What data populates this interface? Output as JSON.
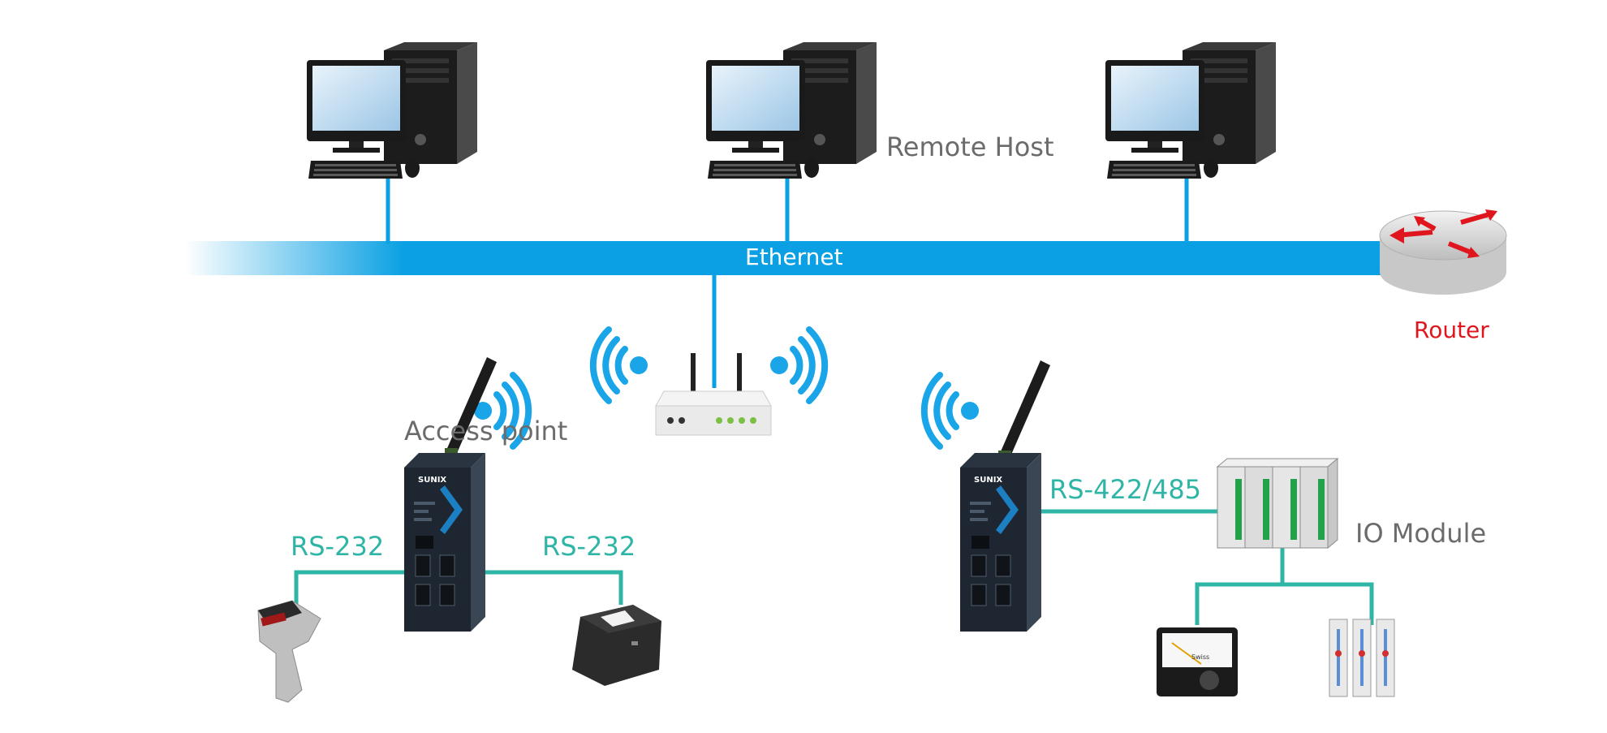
{
  "labels": {
    "remote_host": "Remote Host",
    "ethernet": "Ethernet",
    "router": "Router",
    "access_point": "Access point",
    "rs232_left": "RS-232",
    "rs232_right": "RS-232",
    "rs422_485": "RS-422/485",
    "io_module": "IO Module",
    "device_brand_left": "SUNIX",
    "device_brand_right": "SUNIX",
    "meter_brand": "Swiss"
  },
  "colors": {
    "ethernet_blue": "#0aa0e3",
    "wifi_blue": "#1aa5e8",
    "serial_teal": "#2fb5a6",
    "router_red": "#e0161e",
    "label_gray": "#6b6b6b"
  },
  "icons": [
    "desktop-computer-icon",
    "router-icon",
    "wifi-access-point-icon",
    "serial-device-server-icon",
    "barcode-scanner-icon",
    "receipt-printer-icon",
    "io-module-icon",
    "panel-meter-icon",
    "level-gauge-icon",
    "wifi-signal-icon"
  ]
}
